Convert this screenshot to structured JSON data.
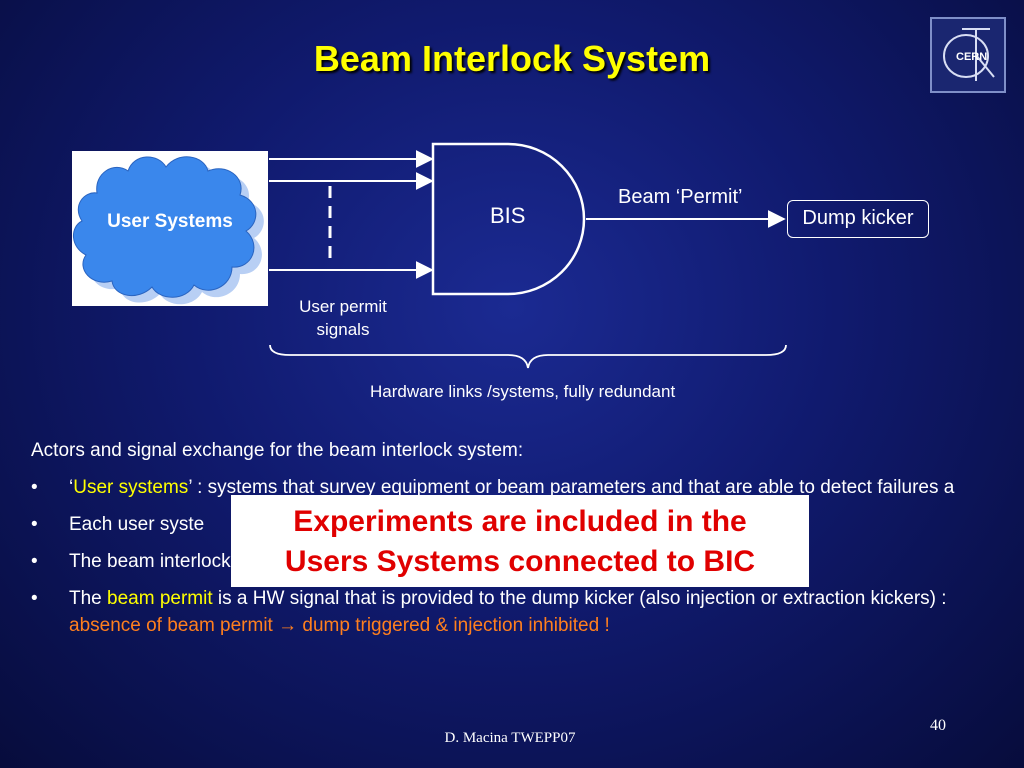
{
  "slide": {
    "title": "Beam Interlock System",
    "logo_text": "CERN",
    "footer": "D. Macina TWEPP07",
    "page_number": "40"
  },
  "diagram": {
    "user_systems_label": "User Systems",
    "bis_label": "BIS",
    "beam_permit_label": "Beam ‘Permit’",
    "dump_kicker_label": "Dump kicker",
    "user_permit_label": "User permit signals",
    "hardware_label": "Hardware links /systems, fully redundant"
  },
  "body": {
    "intro": "Actors and signal exchange for the beam interlock system:",
    "bullet_symbol": "•",
    "b1_prefix": "‘",
    "b1_hl": "User systems",
    "b1_rest": "’ : systems that survey equipment or beam parameters and that are able to detect failures a",
    "b2_text": "Each user syste",
    "b3_text": "The beam interlock system combines the user permits and produces the beam permit.",
    "b4_pre": "The ",
    "b4_hl": "beam permit",
    "b4_mid": " is a HW signal that is provided to the dump kicker (also injection or extraction kickers) : ",
    "b4_orange": "absence of beam permit ",
    "b4_arrow": "→",
    "b4_orange2": " dump triggered & injection inhibited !"
  },
  "overlay": {
    "line1": "Experiments are included in the",
    "line2": "Users Systems connected to BIC"
  },
  "colors": {
    "title": "#ffff00",
    "highlight_yellow": "#ffff00",
    "highlight_orange": "#ff7f1e",
    "overlay_text": "#e00000",
    "background": "#101a6e",
    "cloud_fill": "#3a87ec",
    "cloud_shadow": "#b8cff4"
  }
}
